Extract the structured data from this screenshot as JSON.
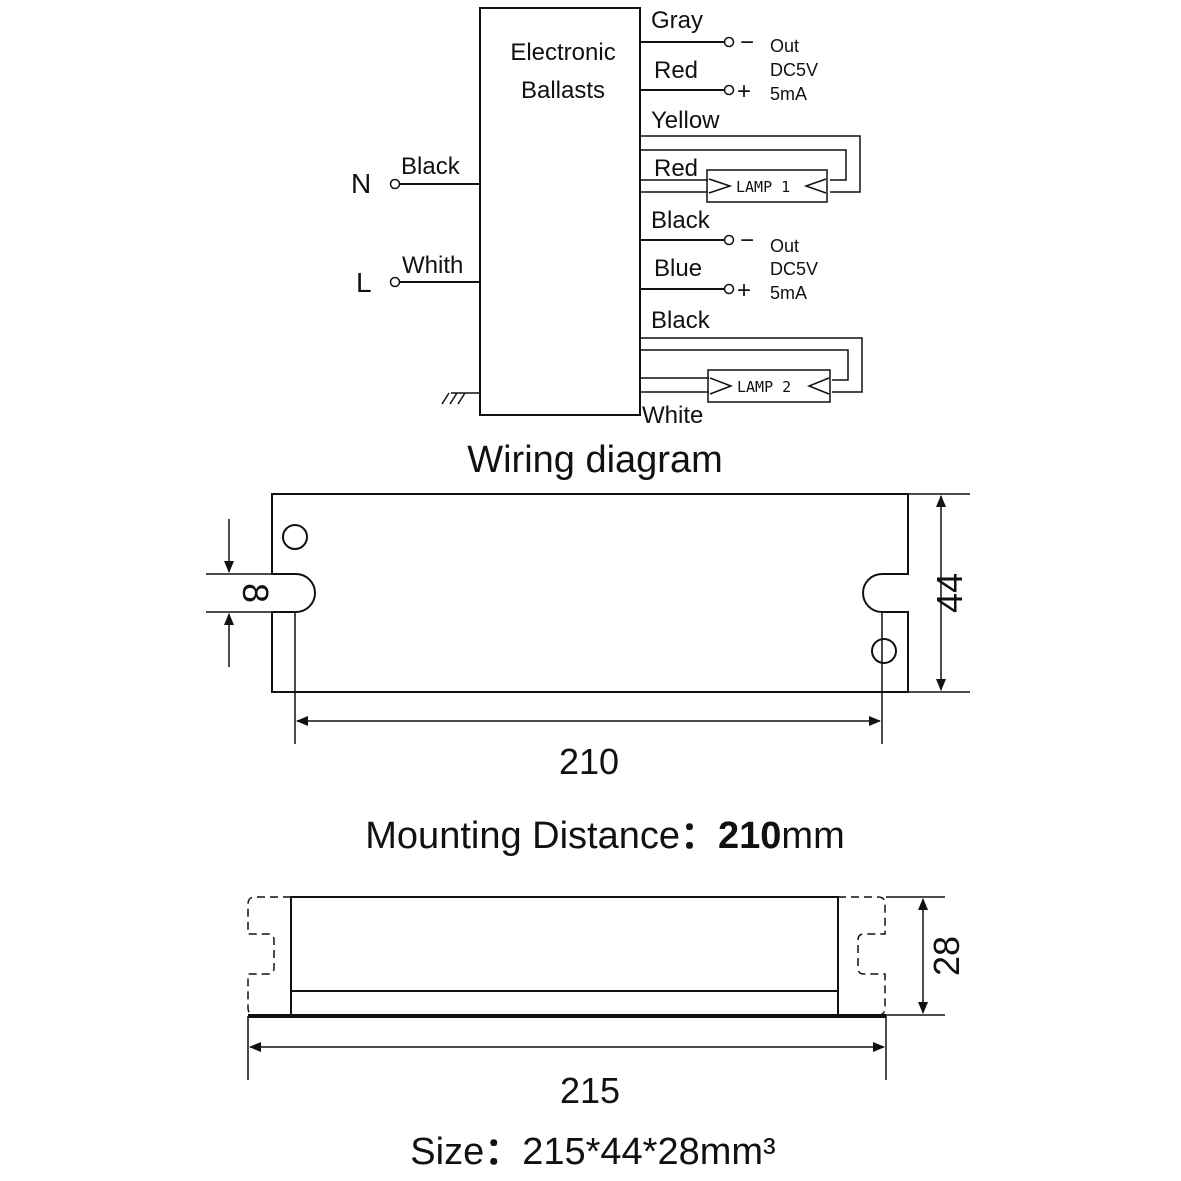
{
  "wiring": {
    "ballast_label_line1": "Electronic",
    "ballast_label_line2": "Ballasts",
    "input": {
      "n_label": "N",
      "n_wire": "Black",
      "l_label": "L",
      "l_wire": "Whith"
    },
    "outputs": {
      "gray": "Gray",
      "red1": "Red",
      "yellow": "Yellow",
      "red2": "Red",
      "black1": "Black",
      "blue": "Blue",
      "black2": "Black",
      "white": "White"
    },
    "signal1": {
      "minus": "−",
      "plus": "+",
      "out": "Out",
      "voltage": "DC5V",
      "current": "5mA"
    },
    "signal2": {
      "minus": "−",
      "plus": "+",
      "out": "Out",
      "voltage": "DC5V",
      "current": "5mA"
    },
    "lamp1": "LAMP 1",
    "lamp2": "LAMP 2",
    "caption": "Wiring diagram"
  },
  "top_view": {
    "slot_dim": "8",
    "height_dim": "44",
    "length_dim": "210",
    "caption_prefix": "Mounting  Distance",
    "caption_sep": "：",
    "caption_value": "210",
    "caption_unit": "mm"
  },
  "side_view": {
    "height_dim": "28",
    "length_dim": "215",
    "caption_prefix": "Size",
    "caption_sep": "：",
    "caption_value": "215*44*28mm³"
  }
}
